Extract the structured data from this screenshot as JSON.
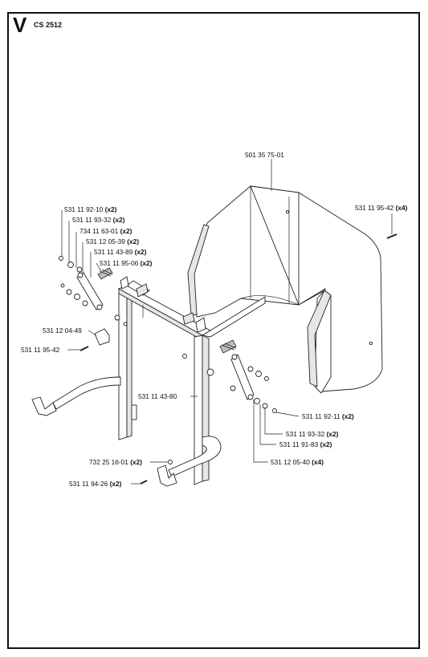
{
  "header": {
    "section": "V",
    "model": "CS 2512"
  },
  "callouts": [
    {
      "number": "501 35 75-01",
      "qty": ""
    },
    {
      "number": "531 11 95-42",
      "qty": "(x4)"
    },
    {
      "number": "531 11 92-10",
      "qty": "(x2)"
    },
    {
      "number": "531 11 93-32",
      "qty": "(x2)"
    },
    {
      "number": "734 11 63-01",
      "qty": "(x2)"
    },
    {
      "number": "531 12 05-39",
      "qty": "(x2)"
    },
    {
      "number": "531 11 43-89",
      "qty": "(x2)"
    },
    {
      "number": "531 11 95-06",
      "qty": "(x2)"
    },
    {
      "number": "531 12 04-49",
      "qty": ""
    },
    {
      "number": "531 11 95-42",
      "qty": ""
    },
    {
      "number": "531 11 43-80",
      "qty": ""
    },
    {
      "number": "531 11 92-11",
      "qty": "(x2)"
    },
    {
      "number": "531 11 93-32",
      "qty": "(x2)"
    },
    {
      "number": "531 11 91-83",
      "qty": "(x2)"
    },
    {
      "number": "531 12 05-40",
      "qty": "(x4)"
    },
    {
      "number": "732 25 16-01",
      "qty": "(x2)"
    },
    {
      "number": "531 11 94-26",
      "qty": "(x2)"
    }
  ]
}
